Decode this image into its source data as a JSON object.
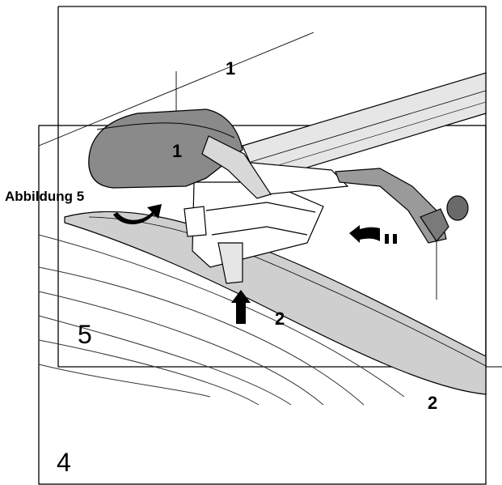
{
  "figure": {
    "caption": "Abbildung 5",
    "callouts": {
      "callout_1_top": "1",
      "callout_1_cover": "1",
      "callout_2_arrow": "2",
      "callout_2_bottom": "2",
      "frame_number_5": "5",
      "frame_number_4": "4"
    },
    "colors": {
      "line": "#000000",
      "cover_fill": "#8a8a8a",
      "bar_fill": "#e6e6e6",
      "rail_fill": "#cfcfcf",
      "arrow_fill": "#000000",
      "background": "#ffffff"
    },
    "icons": [
      "rotate-arrow-icon",
      "up-arrow-icon",
      "left-arrow-icon"
    ]
  }
}
